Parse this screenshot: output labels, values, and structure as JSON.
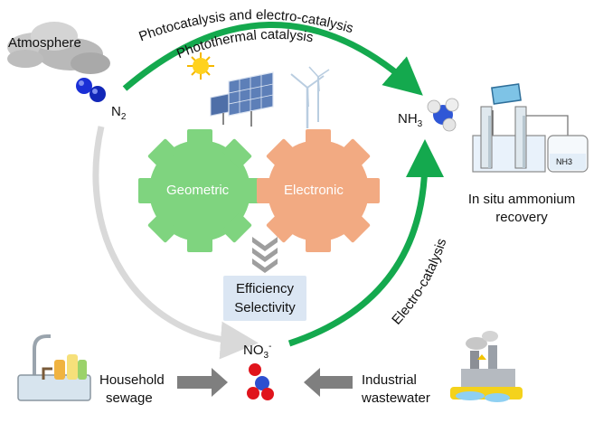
{
  "colors": {
    "green_arrow": "#14a94e",
    "gray_arrow": "#d9d9d9",
    "gear_geometric": "#7fd47f",
    "gear_electronic": "#f2aa82",
    "efficiency_box": "#dbe6f3",
    "chevrons": "#9e9e9e"
  },
  "atmosphere": {
    "label": "Atmosphere"
  },
  "n2": {
    "label": "N",
    "sub": "2"
  },
  "top_arc": {
    "line1": "Photocatalysis and electro-catalysis",
    "line2": "Photothermal catalysis"
  },
  "nh3": {
    "label": "NH",
    "sub": "3"
  },
  "recovery": {
    "line1": "In situ ammonium",
    "line2": "recovery",
    "vessel_label": "NH3"
  },
  "gears": {
    "left": "Geometric",
    "right": "Electronic"
  },
  "outcome": {
    "line1": "Efficiency",
    "line2": "Selectivity"
  },
  "right_arc": {
    "label": "Electro-catalysis"
  },
  "no3": {
    "label": "NO",
    "sub": "3",
    "sup": "-"
  },
  "household": {
    "line1": "Household",
    "line2": "sewage"
  },
  "industrial": {
    "line1": "Industrial",
    "line2": "wastewater"
  },
  "icons": [
    "cloud-icon",
    "sun-icon",
    "solar-panel-icon",
    "wind-turbine-icon",
    "electrolysis-cell-icon",
    "sink-icon",
    "factory-icon",
    "molecule-icon"
  ]
}
